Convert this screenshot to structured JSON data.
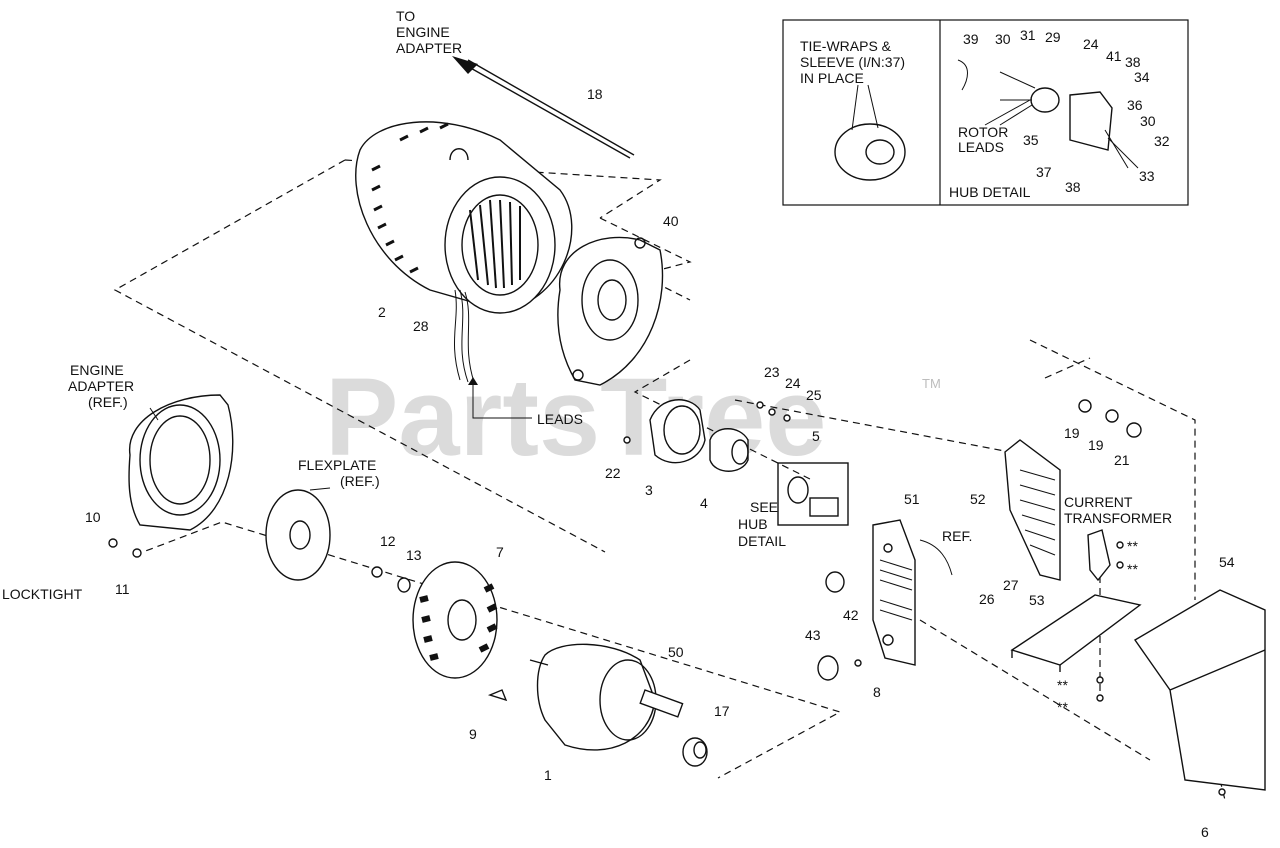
{
  "labels": {
    "to_engine_adapter": [
      "TO",
      "ENGINE",
      "ADAPTER"
    ],
    "n18": "18",
    "n40": "40",
    "n2": "2",
    "n28": "28",
    "leads": "LEADS",
    "engine_adapter_ref": [
      "ENGINE",
      "ADAPTER",
      "(REF.)"
    ],
    "flexplate_ref": [
      "FLEXPLATE",
      "(REF.)"
    ],
    "n10": "10",
    "n11": "11",
    "locktight": "LOCKTIGHT",
    "n12": "12",
    "n13": "13",
    "n7": "7",
    "n9": "9",
    "n1": "1",
    "n50": "50",
    "n17": "17",
    "n22": "22",
    "n3": "3",
    "n4": "4",
    "n23": "23",
    "n24": "24",
    "n25": "25",
    "n5": "5",
    "see_hub_detail": [
      "SEE",
      "HUB",
      "DETAIL"
    ],
    "n51": "51",
    "n52": "52",
    "n42": "42",
    "n43": "43",
    "n8": "8",
    "ref": "REF.",
    "n26": "26",
    "n27": "27",
    "n53": "53",
    "n19a": "19",
    "n19b": "19",
    "n21": "21",
    "current_transformer": [
      "CURRENT",
      "TRANSFORMER"
    ],
    "star_a": "**",
    "star_b": "**",
    "star_c": "**",
    "star_d": "**",
    "n54": "54",
    "n6": "6"
  },
  "inset": {
    "left_caption": [
      "TIE-WRAPS &",
      "SLEEVE (I/N:37)",
      "IN PLACE"
    ],
    "n39": "39",
    "n30a": "30",
    "n31": "31",
    "n29": "29",
    "n24": "24",
    "n41": "41",
    "n38a": "38",
    "n34": "34",
    "n36": "36",
    "n30b": "30",
    "n32": "32",
    "n33": "33",
    "n35": "35",
    "n37": "37",
    "n38b": "38",
    "rotor_leads": [
      "ROTOR",
      "LEADS"
    ],
    "hub_detail": "HUB DETAIL"
  },
  "watermark": {
    "text": "PartsTree",
    "tm": "TM"
  }
}
